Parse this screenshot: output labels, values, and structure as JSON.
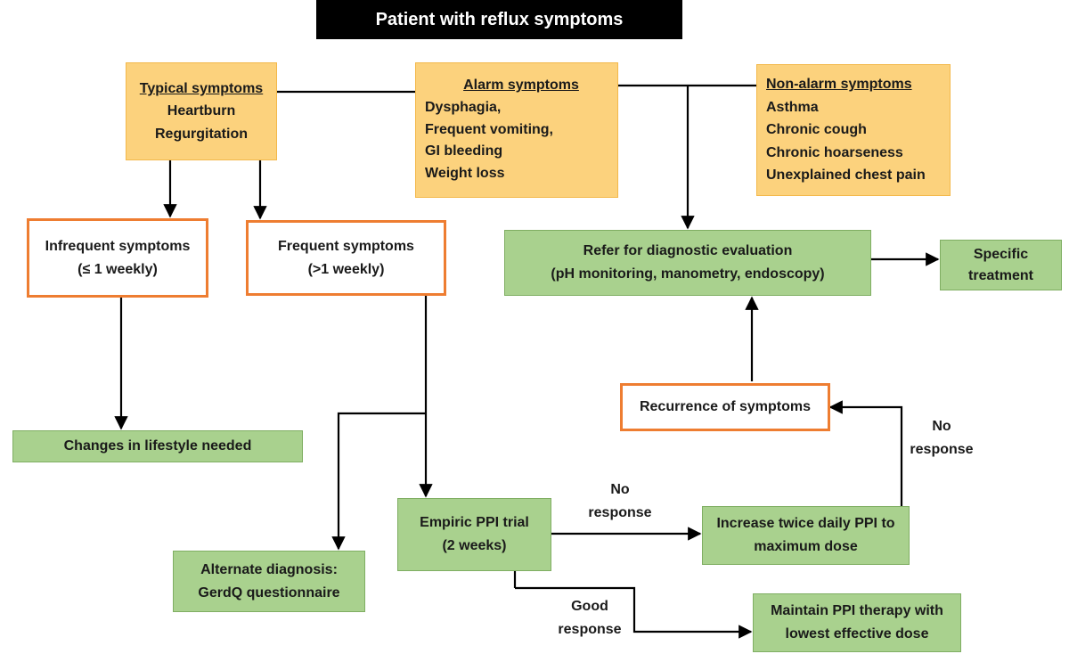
{
  "title": "Patient with reflux symptoms",
  "typical": {
    "heading": "Typical symptoms",
    "items": [
      "Heartburn",
      "Regurgitation"
    ]
  },
  "alarm": {
    "heading": "Alarm symptoms",
    "items": [
      "Dysphagia,",
      "Frequent vomiting,",
      "GI bleeding",
      "Weight loss"
    ]
  },
  "nonalarm": {
    "heading": "Non-alarm symptoms",
    "items": [
      "Asthma",
      "Chronic cough",
      "Chronic hoarseness",
      "Unexplained chest pain"
    ]
  },
  "infrequent": {
    "line1": "Infrequent symptoms",
    "line2": "(≤ 1 weekly)"
  },
  "frequent": {
    "line1": "Frequent symptoms",
    "line2": "(>1 weekly)"
  },
  "refer": {
    "line1": "Refer for diagnostic evaluation",
    "line2": "(pH monitoring, manometry, endoscopy)"
  },
  "specific": {
    "line1": "Specific",
    "line2": "treatment"
  },
  "recurrence": "Recurrence of symptoms",
  "lifestyle": "Changes in lifestyle needed",
  "empiric": {
    "line1": "Empiric PPI trial",
    "line2": "(2 weeks)"
  },
  "increase": {
    "line1": "Increase twice daily PPI to",
    "line2": "maximum dose"
  },
  "alternate": {
    "line1": "Alternate diagnosis:",
    "line2": "GerdQ questionnaire"
  },
  "maintain": {
    "line1": "Maintain PPI therapy with",
    "line2": "lowest effective dose"
  },
  "labels": {
    "no_response_1": {
      "line1": "No",
      "line2": "response"
    },
    "no_response_2": {
      "line1": "No",
      "line2": "response"
    },
    "good_response": {
      "line1": "Good",
      "line2": "response"
    }
  },
  "colors": {
    "title_bg": "#000000",
    "yellow_fill": "#fcd27d",
    "orange_border": "#ee7d31",
    "green_fill": "#a9d18e"
  }
}
